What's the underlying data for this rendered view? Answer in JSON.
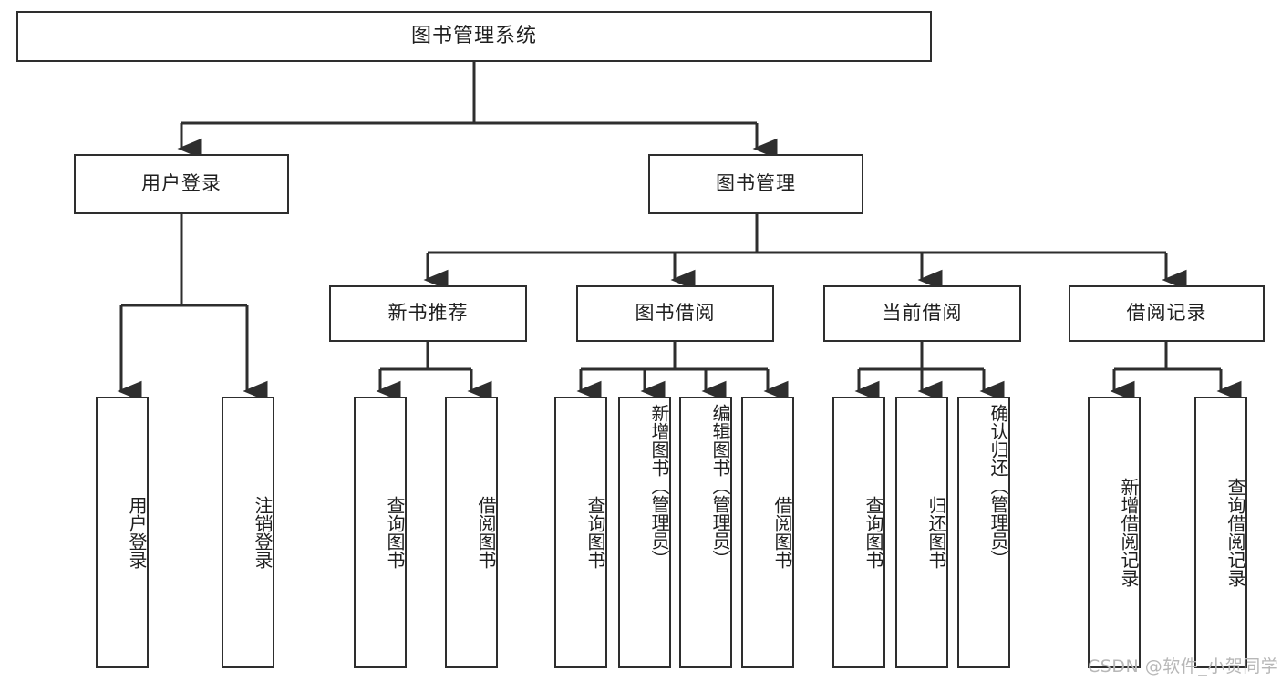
{
  "diagram": {
    "title": "图书管理系统",
    "watermark": "CSDN @软件_小贺同学",
    "line_color": "#2e2e2e",
    "background_color": "#ffffff",
    "text_color": "#1f1f1f",
    "watermark_color": "#b7b7b7",
    "root": {
      "label": "图书管理系统"
    },
    "level2": [
      {
        "label": "用户登录"
      },
      {
        "label": "图书管理"
      }
    ],
    "level3": [
      {
        "label": "新书推荐"
      },
      {
        "label": "图书借阅"
      },
      {
        "label": "当前借阅"
      },
      {
        "label": "借阅记录"
      }
    ],
    "leaves": {
      "user_login": [
        {
          "label": "用户登录"
        },
        {
          "label": "注销登录"
        }
      ],
      "new_book_recommend": [
        {
          "label": "查询图书"
        },
        {
          "label": "借阅图书"
        }
      ],
      "book_borrow": [
        {
          "label": "查询图书"
        },
        {
          "label": "新增图书（管理员）"
        },
        {
          "label": "编辑图书（管理员）"
        },
        {
          "label": "借阅图书"
        }
      ],
      "current_borrow": [
        {
          "label": "查询图书"
        },
        {
          "label": "归还图书"
        },
        {
          "label": "确认归还（管理员）"
        }
      ],
      "borrow_record": [
        {
          "label": "新增借阅记录"
        },
        {
          "label": "查询借阅记录"
        }
      ]
    }
  }
}
